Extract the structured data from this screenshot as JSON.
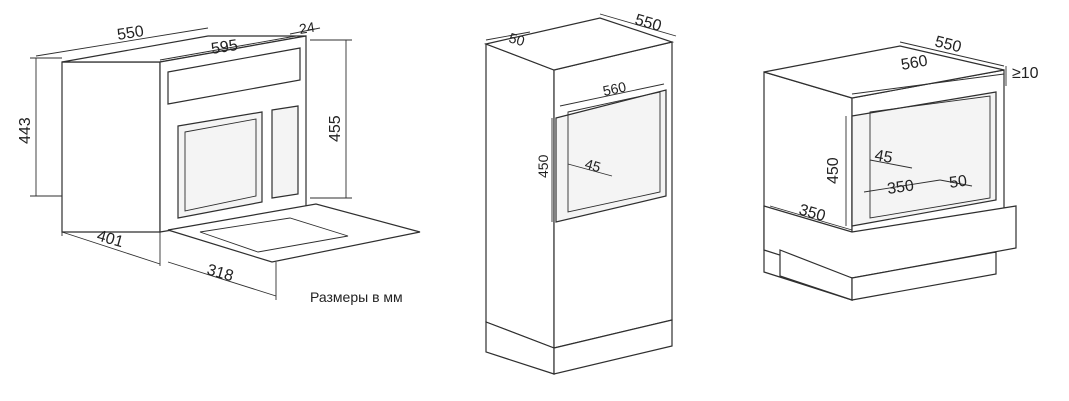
{
  "oven": {
    "dim_depth_top": "550",
    "dim_width": "595",
    "dim_front": "24",
    "dim_height_side": "443",
    "dim_height_front": "455",
    "dim_depth_bottom": "401",
    "dim_door": "318"
  },
  "caption": "Размеры в мм",
  "tall_cabinet": {
    "dim_top_depth": "550",
    "dim_top_front": "50",
    "dim_niche_width": "560",
    "dim_niche_height": "450",
    "dim_niche_back": "45"
  },
  "base_cabinet": {
    "dim_top_depth": "550",
    "dim_top_width": "560",
    "dim_top_gap": "≥10",
    "dim_height": "450",
    "dim_back": "45",
    "dim_floor_depth": "350",
    "dim_floor_side": "50",
    "dim_front_depth": "350"
  }
}
